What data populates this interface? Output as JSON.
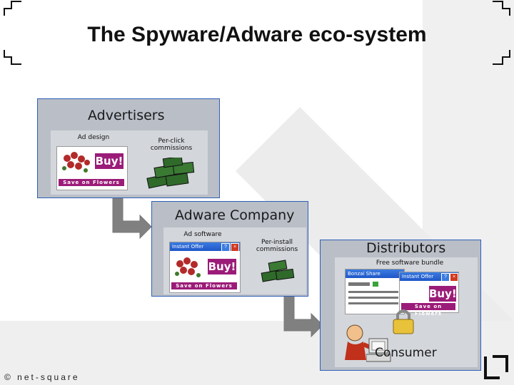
{
  "slide": {
    "title": "The Spyware/Adware eco-system",
    "footer": "© net-square"
  },
  "advertisers": {
    "title": "Advertisers",
    "ad_design_label": "Ad design",
    "commissions_label": "Per-click commissions",
    "buy_label": "Buy!",
    "ad_slogan": "Save on Flowers"
  },
  "adware_company": {
    "title": "Adware Company",
    "ad_software_label": "Ad software",
    "commissions_label": "Per-install commissions",
    "window_title": "Instant Offer",
    "buy_label": "Buy!",
    "ad_slogan": "Save on Flowers"
  },
  "distributors": {
    "title": "Distributors",
    "bundle_label": "Free software bundle",
    "window_title_left": "Bonzai Share",
    "window_title_right": "Instant Offer",
    "buy_label": "Buy!",
    "ad_slogan": "Save on Flowers"
  },
  "consumer": {
    "title": "Consumer"
  },
  "colors": {
    "panel_border": "#2e5fb8",
    "panel_fill": "#b9bec7",
    "ad_magenta": "#9b1c78",
    "arrow_gray": "#808080"
  }
}
